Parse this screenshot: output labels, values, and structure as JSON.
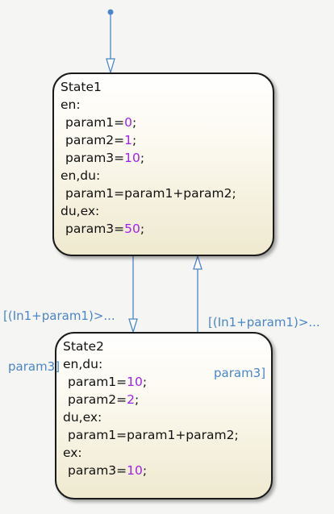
{
  "colors": {
    "transition": "#4a86c8",
    "number": "#a020f0",
    "text": "#111111"
  },
  "states": [
    {
      "name": "State1",
      "lines": [
        {
          "text": "en:"
        },
        {
          "text": "param1=",
          "num": "0",
          "tail": ";"
        },
        {
          "text": "param2=",
          "num": "1",
          "tail": ";"
        },
        {
          "text": "param3=",
          "num": "10",
          "tail": ";"
        },
        {
          "text": "en,du:"
        },
        {
          "text": "param1=param1+param2;"
        },
        {
          "text": "du,ex:"
        },
        {
          "text": "param3=",
          "num": "50",
          "tail": ";"
        }
      ]
    },
    {
      "name": "State2",
      "lines": [
        {
          "text": "en,du:"
        },
        {
          "text": "param1=",
          "num": "10",
          "tail": ";"
        },
        {
          "text": "param2=",
          "num": "2",
          "tail": ";"
        },
        {
          "text": "du,ex:"
        },
        {
          "text": "param1=param1+param2;"
        },
        {
          "text": "ex:"
        },
        {
          "text": "param3=",
          "num": "10",
          "tail": ";"
        }
      ]
    }
  ],
  "transitions": {
    "down": {
      "line1": "[(In1+param1)>...",
      "line2": "param3]"
    },
    "up": {
      "line1": "[(In1+param1)>...",
      "line2": "param3]"
    }
  }
}
